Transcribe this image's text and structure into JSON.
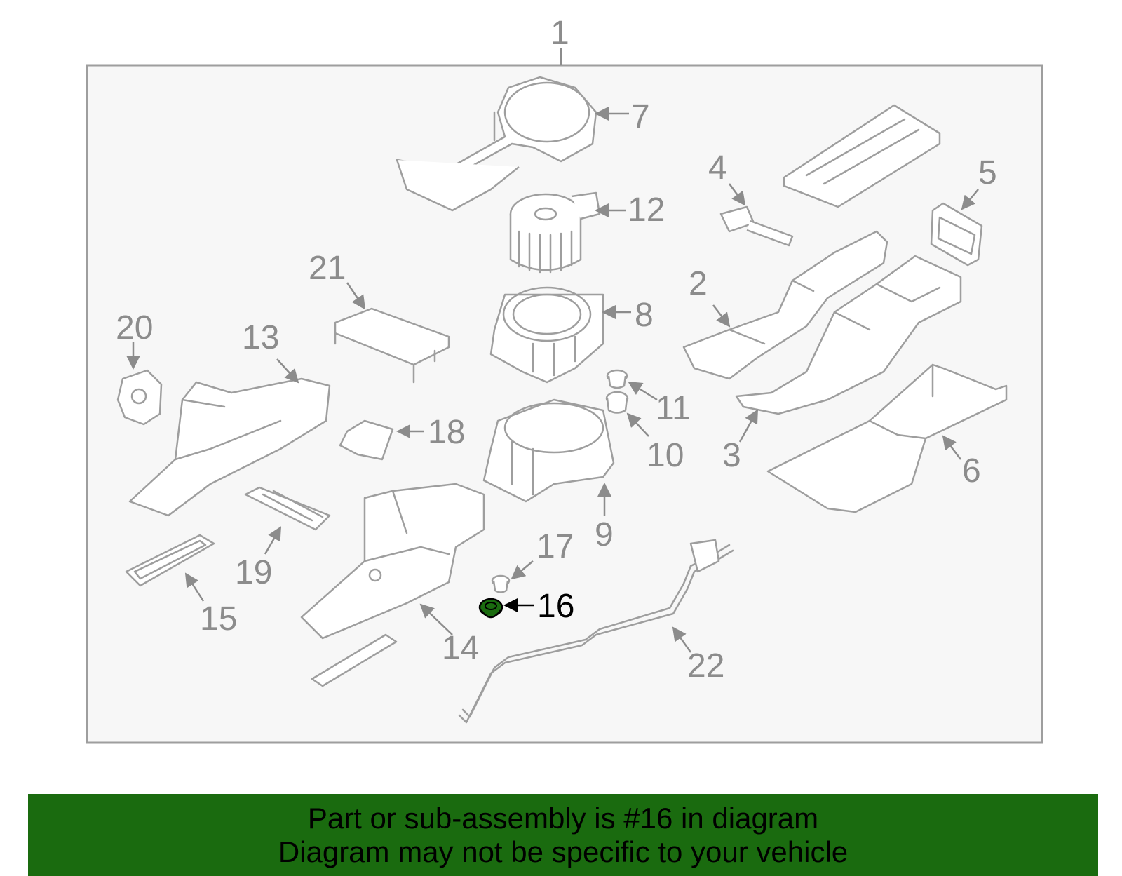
{
  "diagram": {
    "assembly_number": "1",
    "highlighted_part": "16",
    "highlight_color": "#1a6b0f",
    "callouts": [
      "2",
      "3",
      "4",
      "5",
      "6",
      "7",
      "8",
      "9",
      "10",
      "11",
      "12",
      "13",
      "14",
      "15",
      "16",
      "17",
      "18",
      "19",
      "20",
      "21",
      "22"
    ]
  },
  "caption": {
    "line1": "Part or sub-assembly is #16 in diagram",
    "line2": "Diagram may not be specific to your vehicle",
    "background": "#1a6b0f"
  }
}
